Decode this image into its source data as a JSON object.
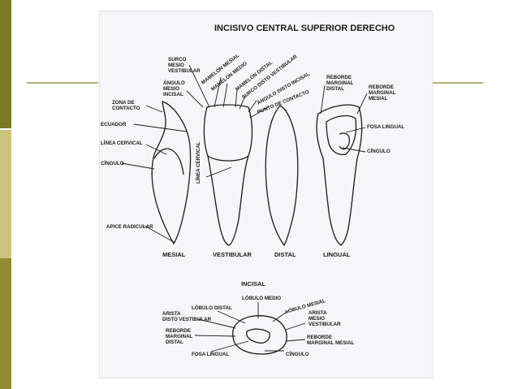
{
  "slide": {
    "band_colors": [
      "#7b7a27",
      "#8f8c33",
      "#c9c47a",
      "#8f8c33",
      "#c9c47a"
    ],
    "line_color": "#b8b070"
  },
  "diagram": {
    "title": "INCISIVO CENTRAL SUPERIOR DERECHO",
    "views": {
      "mesial": "MESIAL",
      "vestibular": "VESTIBULAR",
      "distal": "DISTAL",
      "lingual": "LINGUAL",
      "incisal": "INCISAL"
    },
    "labels": {
      "surco_mesio_vestibular": [
        "SURCO",
        "MESIO",
        "VESTIBULAR"
      ],
      "angulo_mesio_incisal": [
        "ÁNGULO",
        "MESIO",
        "INCISAL"
      ],
      "zona_de_contacto": [
        "ZONA DE",
        "CONTACTO"
      ],
      "ecuador": "ECUADOR",
      "linea_cervical": "LÍNEA CERVICAL",
      "cingulo_left": "CÍNGULO",
      "apice_radicular": "APICE RADICULAR",
      "linea_cervical_vertical": "LÍNEA CERVICAL",
      "mamelon_mesial": "MAMELÓN MESIAL",
      "mamelon_medio": "MAMELÓN MEDIO",
      "mamelon_distal": "MAMELÓN DISTAL",
      "surco_disto_vestibular": "SURCO DISTO VESTIBULAR",
      "angulo_disto_incisal": "ÁNGULO DISTO INCISAL",
      "punto_de_contacto": "PUNTO DE CONTACTO",
      "reborde_marginal_distal": [
        "REBORDE",
        "MARGINAL",
        "DISTAL"
      ],
      "reborde_marginal_mesial_top": [
        "REBORDE",
        "MARGINAL",
        "MESIAL"
      ],
      "fosa_lingual_right": "FOSA LINGUAL",
      "cingulo_right": "CÍNGULO"
    },
    "incisal_labels": {
      "lobulo_medio": "LÓBULO MEDIO",
      "lobulo_distal": "LÓBULO DISTAL",
      "lobulo_mesial": "LÓBULO MESIAL",
      "arista_disto_vestibular": [
        "ARISTA",
        "DISTO VESTIBULAR"
      ],
      "reborde_marginal_distal": [
        "REBORDE",
        "MARGINAL",
        "DISTAL"
      ],
      "fosa_lingual": "FOSA LINGUAL",
      "arista_mesio_vestibular": [
        "ARISTA",
        "MESIO",
        "VESTIBULAR"
      ],
      "reborde_marginal_mesial": [
        "REBORDE",
        "MARGINAL MESIAL"
      ],
      "cingulo": "CÍNGULO"
    }
  }
}
